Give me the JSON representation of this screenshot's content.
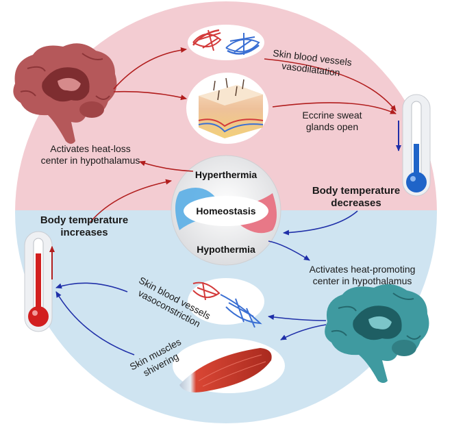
{
  "center": {
    "top": "Hyperthermia",
    "middle": "Homeostasis",
    "bottom": "Hypothermia"
  },
  "labels": {
    "vasodilatation": "Skin blood vessels\nvasodilatation",
    "sweat": "Eccrine sweat\nglands open",
    "heat_loss": "Activates heat-loss\ncenter in hypothalamus",
    "temp_decreases": "Body temperature\ndecreases",
    "temp_increases": "Body temperature\nincreases",
    "heat_promoting": "Activates heat-promoting\ncenter in hypothalamus",
    "vasoconstriction": "Skin blood vessels\nvasoconstriction",
    "shivering": "Skin muscles\nshivering"
  },
  "colors": {
    "warm_bg": "#f3ccd2",
    "cool_bg": "#cfe4f1",
    "warm_arrow": "#b11d1d",
    "cool_arrow": "#1f2fa8",
    "brain_red": "#b5585a",
    "brain_teal": "#3f9aa0"
  },
  "icons": [
    "brain-red-icon",
    "brain-teal-icon",
    "blood-vessel-icon",
    "skin-layer-icon",
    "muscle-icon",
    "thermometer-cold-icon",
    "thermometer-hot-icon"
  ]
}
